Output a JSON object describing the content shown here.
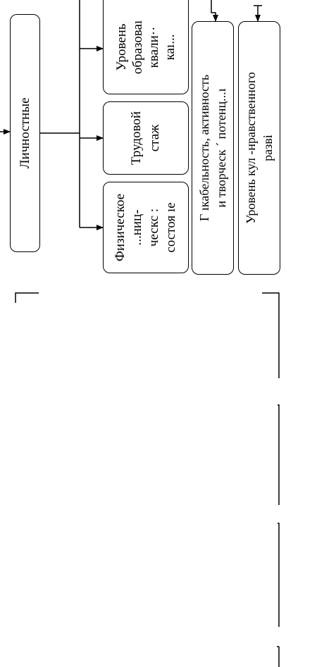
{
  "diagram": {
    "main_box": {
      "label": "Личностные"
    },
    "factors": [
      {
        "id": "education",
        "lines": [
          "Уровень",
          "образоваı",
          "квали··",
          "каı..."
        ]
      },
      {
        "id": "experience",
        "lines": [
          "Трудовой",
          "стаж"
        ]
      },
      {
        "id": "physical",
        "lines": [
          "Физическое",
          "...ниц-",
          "ческс :",
          "состоя ıе"
        ]
      }
    ],
    "traits": [
      {
        "id": "activity",
        "lines": [
          "Г    ıкабельность, активность",
          "и творческ  ´ потенц...ı"
        ]
      },
      {
        "id": "culture",
        "lines": [
          "Уровень кул     -нравственного",
          "разві"
        ]
      }
    ]
  }
}
